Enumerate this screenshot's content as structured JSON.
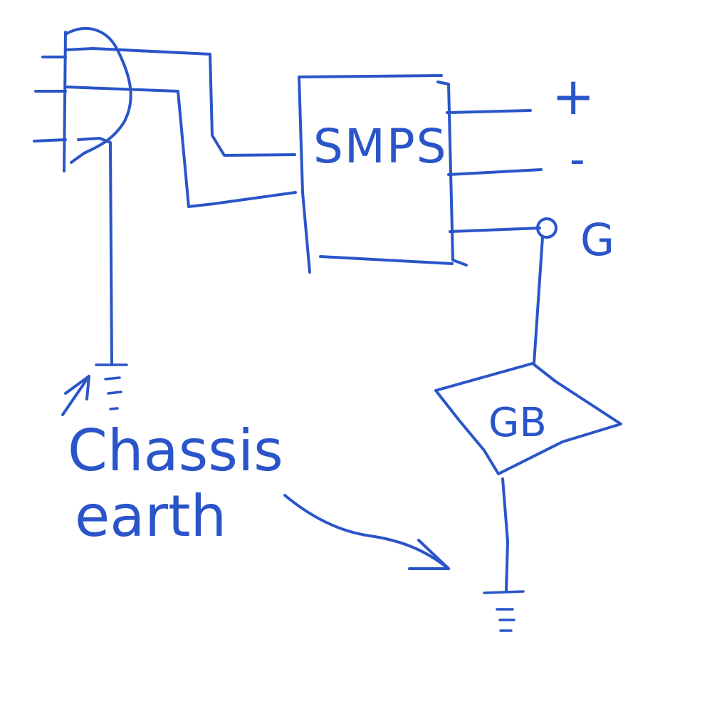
{
  "ink_color": "#2a55c9",
  "background_color": "#ffffff",
  "labels": {
    "smps": "SMPS",
    "plus": "+",
    "minus": "-",
    "ground_terminal": "G",
    "ground_block": "GB",
    "chassis_line1": "Chassis",
    "chassis_line2": "earth"
  }
}
